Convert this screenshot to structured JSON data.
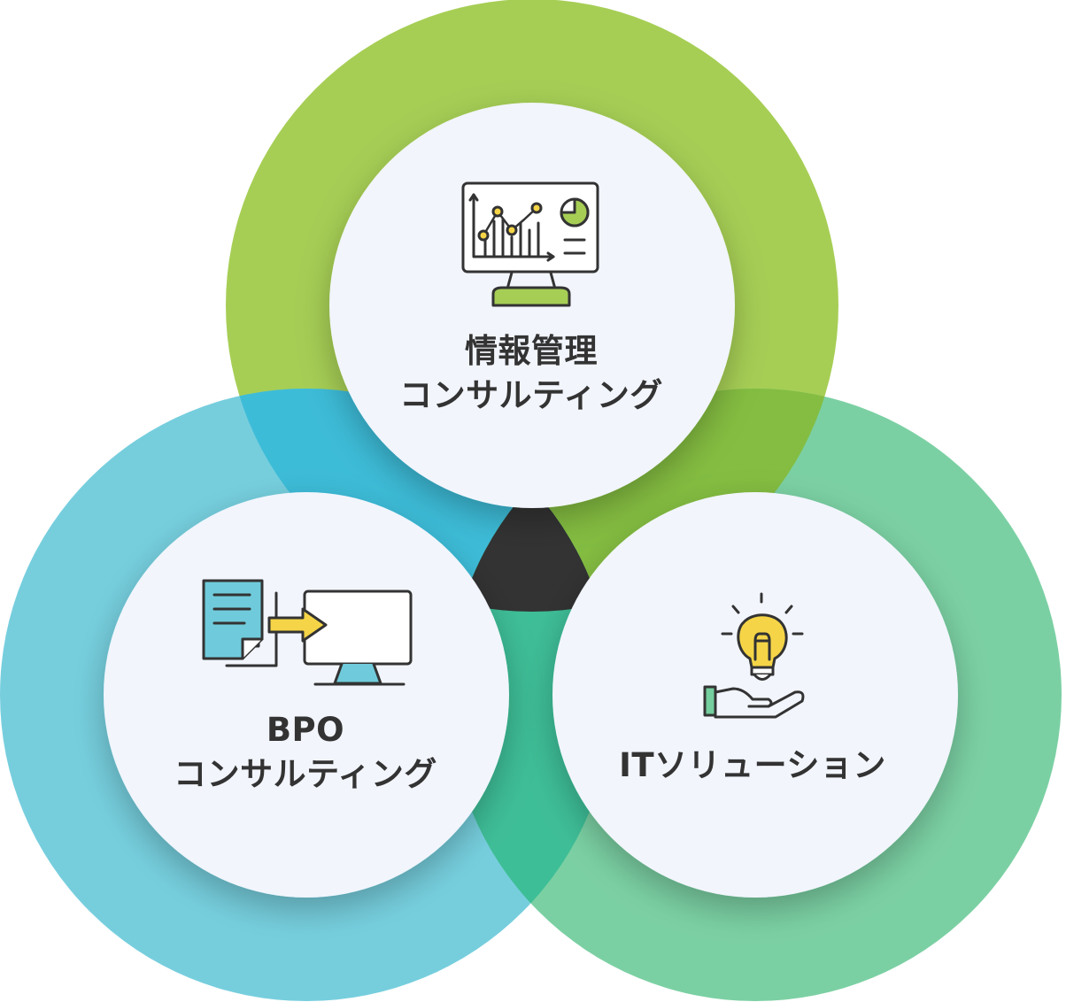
{
  "colors": {
    "green": "#A6CE55",
    "teal": "#6FCBDB",
    "mint": "#74CE9E",
    "center": "#333333",
    "inner_circle": "#F2F5FC",
    "text": "#333333"
  },
  "circles": [
    {
      "id": "info-management",
      "color": "green",
      "icon": "monitor-chart-icon",
      "lines": [
        "情報管理",
        "コンサルティング"
      ]
    },
    {
      "id": "bpo",
      "color": "teal",
      "icon": "document-to-monitor-icon",
      "lines": [
        "BPO",
        "コンサルティング"
      ]
    },
    {
      "id": "it-solution",
      "color": "mint",
      "icon": "lightbulb-hand-icon",
      "lines": [
        "ITソリューション"
      ]
    }
  ]
}
